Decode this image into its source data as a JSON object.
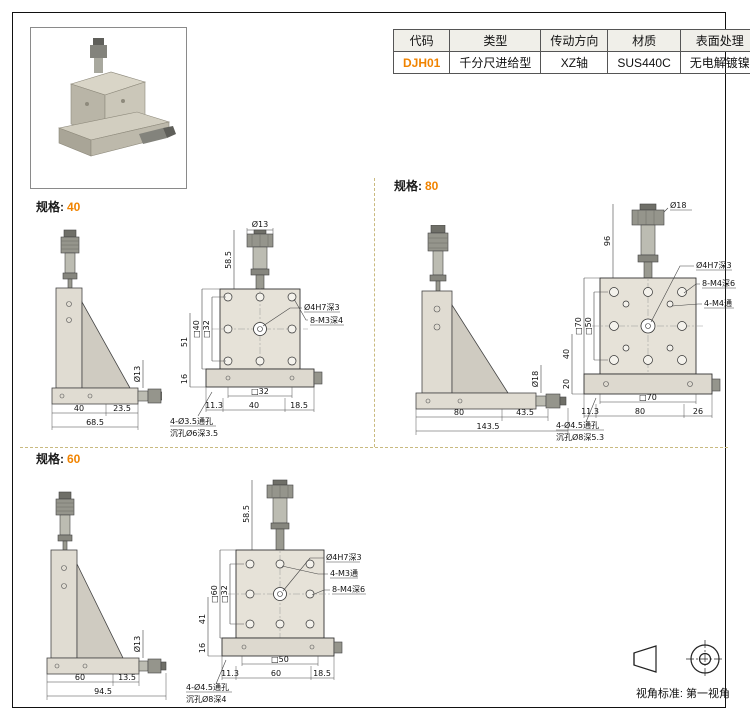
{
  "table": {
    "headers": [
      "代码",
      "类型",
      "传动方向",
      "材质",
      "表面处理"
    ],
    "row": [
      "DJH01",
      "千分尺进给型",
      "XZ轴",
      "SUS440C",
      "无电解镀镍"
    ]
  },
  "accent_color": "#f08300",
  "sections": {
    "s40": {
      "label": "规格:",
      "size": "40",
      "side": {
        "dia": "Ø13",
        "d1": "40",
        "d2": "23.5",
        "total": "68.5"
      },
      "front": {
        "top_dia": "Ø13",
        "stem": "58.5",
        "note_center": "Ø4H7深3",
        "note_screws": "8-M3深4",
        "sq_outer": "□40",
        "sq_inner": "□32",
        "h1": "51",
        "h2": "16",
        "base_sq": "□32",
        "b1": "11.3",
        "b2": "40",
        "b3": "18.5",
        "hole_note1": "4-Ø3.5通孔",
        "hole_note2": "沉孔Ø6深3.5"
      }
    },
    "s80": {
      "label": "规格:",
      "size": "80",
      "side": {
        "dia": "Ø18",
        "d1": "80",
        "d2": "43.5",
        "total": "143.5"
      },
      "front": {
        "top_dia": "Ø18",
        "stem": "96",
        "note_center": "Ø4H7深3",
        "note_screws": "8-M4深6",
        "note_thru": "4-M4通",
        "sq_outer": "□70",
        "sq_inner": "□50",
        "h1": "40",
        "h2": "20",
        "base_sq": "□70",
        "b1": "11.3",
        "b2": "80",
        "b3": "26",
        "hole_note1": "4-Ø4.5通孔",
        "hole_note2": "沉孔Ø8深5.3"
      }
    },
    "s60": {
      "label": "规格:",
      "size": "60",
      "side": {
        "dia": "Ø13",
        "d1": "60",
        "d2": "13.5",
        "total": "94.5"
      },
      "front": {
        "stem": "58.5",
        "note_center": "Ø4H7深3",
        "note_thru": "4-M3通",
        "note_screws": "8-M4深6",
        "sq_outer": "□60",
        "sq_inner": "□32",
        "h1": "41",
        "h2": "16",
        "base_sq": "□50",
        "b1": "11.3",
        "b2": "60",
        "b3": "18.5",
        "hole_note1": "4-Ø4.5通孔",
        "hole_note2": "沉孔Ø8深4"
      }
    }
  },
  "footer": {
    "label": "视角标准: 第一视角"
  }
}
